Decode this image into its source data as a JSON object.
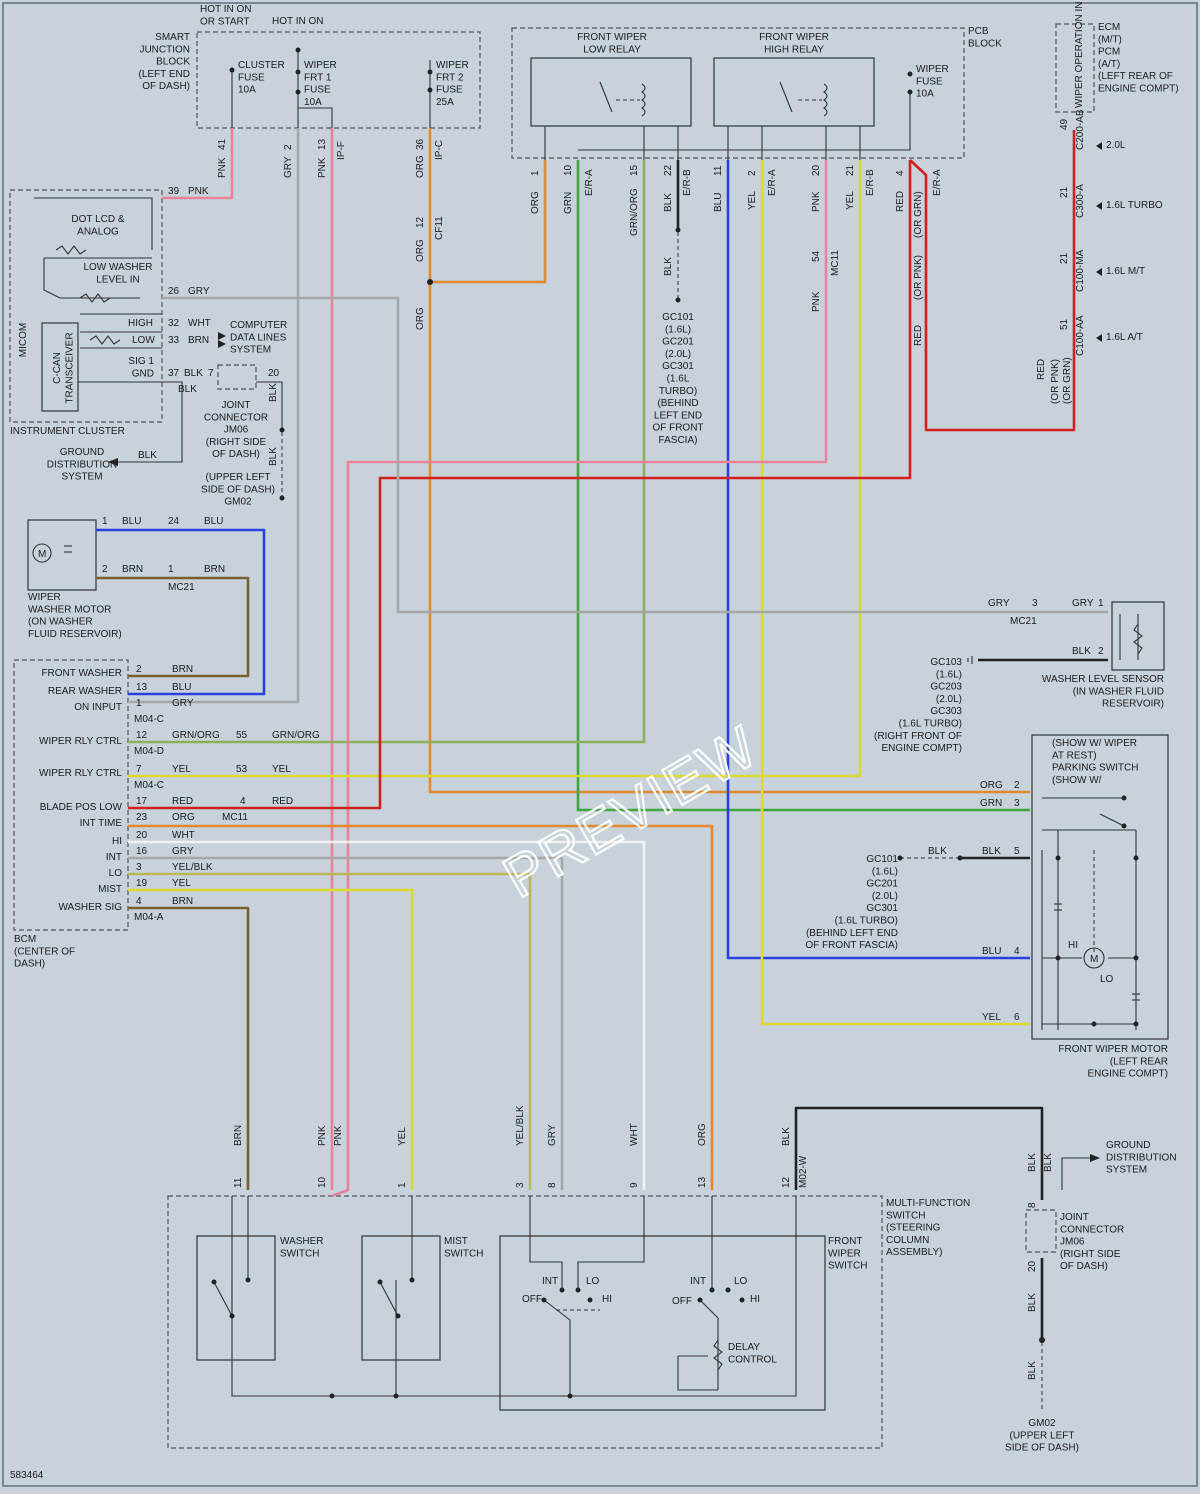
{
  "colors": {
    "background": "#c8d2da",
    "PNK": "#e8829a",
    "GRY": "#a7a7a7",
    "ORG": "#e0892f",
    "GRN": "#3ea83e",
    "GRNORG": "#8fb05a",
    "BLK": "#222222",
    "BLU": "#2840e0",
    "YEL": "#dada30",
    "RED": "#d02020",
    "BRN": "#7a6030",
    "WHT": "#f2f2f2",
    "YELBLK": "#b8b858"
  },
  "watermark": "PREVIEW",
  "footer_id": "583464",
  "components": {
    "smart_junction_block": [
      "SMART",
      "JUNCTION",
      "BLOCK",
      "(LEFT END",
      "OF DASH)"
    ],
    "hot_in_on_or_start": [
      "HOT IN ON",
      "OR START"
    ],
    "hot_in_on": "HOT IN ON",
    "cluster_fuse": [
      "CLUSTER",
      "FUSE",
      "10A"
    ],
    "wiper_frt1_fuse": [
      "WIPER",
      "FRT 1",
      "FUSE",
      "10A"
    ],
    "wiper_frt2_fuse": [
      "WIPER",
      "FRT 2",
      "FUSE",
      "25A"
    ],
    "pcb_block": [
      "PCB",
      "BLOCK"
    ],
    "front_wiper_low_relay": [
      "FRONT WIPER",
      "LOW RELAY"
    ],
    "front_wiper_high_relay": [
      "FRONT WIPER",
      "HIGH RELAY"
    ],
    "wiper_fuse": [
      "WIPER",
      "FUSE",
      "10A"
    ],
    "ecm": [
      "ECM",
      "(M/T)",
      "PCM",
      "(A/T)",
      "(LEFT REAR OF",
      "ENGINE COMPT)"
    ],
    "wiper_operation_in": "WIPER OPERATION IN",
    "instrument_cluster": "INSTRUMENT CLUSTER",
    "dot_lcd": [
      "DOT LCD &",
      "ANALOG"
    ],
    "low_washer_level": [
      "LOW WASHER",
      "LEVEL IN"
    ],
    "micom": "MICOM",
    "c_can": [
      "C-CAN",
      "TRANSCEIVER"
    ],
    "computer_data_lines": [
      "COMPUTER",
      "DATA LINES",
      "SYSTEM"
    ],
    "sig_gnd": [
      "SIG 1",
      "GND"
    ],
    "joint_connector_jm06_top": [
      "JOINT",
      "CONNECTOR",
      "JM06",
      "(RIGHT SIDE",
      "OF DASH)"
    ],
    "ground_distribution_left": [
      "GROUND",
      "DISTRIBUTION",
      "SYSTEM"
    ],
    "gm02_top": [
      "(UPPER LEFT",
      "SIDE OF DASH)",
      "GM02"
    ],
    "gc101_top": [
      "GC101",
      "(1.6L)",
      "GC201",
      "(2.0L)",
      "GC301",
      "(1.6L",
      "TURBO)",
      "(BEHIND",
      "LEFT END",
      "OF FRONT",
      "FASCIA)"
    ],
    "wiper_washer_motor": [
      "WIPER",
      "WASHER MOTOR",
      "(ON WASHER",
      "FLUID RESERVOIR)"
    ],
    "washer_level_sensor": [
      "WASHER LEVEL SENSOR",
      "(IN WASHER FLUID",
      "RESERVOIR)"
    ],
    "gc103": [
      "GC103",
      "(1.6L)",
      "GC203",
      "(2.0L)",
      "GC303",
      "(1.6L TURBO)",
      "(RIGHT FRONT OF",
      "ENGINE COMPT)"
    ],
    "bcm": [
      "BCM",
      "(CENTER OF",
      "DASH)"
    ],
    "bcm_pins": [
      "FRONT WASHER",
      "REAR WASHER",
      "ON INPUT",
      "WIPER RLY CTRL",
      "WIPER RLY CTRL",
      "BLADE POS LOW",
      "INT TIME",
      "HI",
      "INT",
      "LO",
      "MIST",
      "WASHER SIG"
    ],
    "parking_switch": [
      "(SHOW W/ WIPER",
      "AT REST)",
      "PARKING SWITCH",
      "(SHOW W/"
    ],
    "gc101_mid": [
      "GC101",
      "(1.6L)",
      "GC201",
      "(2.0L)",
      "GC301",
      "(1.6L TURBO)",
      "(BEHIND LEFT END",
      "OF FRONT FASCIA)"
    ],
    "front_wiper_motor": [
      "FRONT WIPER MOTOR",
      "(LEFT REAR",
      "ENGINE COMPT)"
    ],
    "motor_hi": "HI",
    "motor_lo": "LO",
    "multi_function_switch": [
      "MULTI-FUNCTION",
      "SWITCH",
      "(STEERING",
      "COLUMN",
      "ASSEMBLY)"
    ],
    "washer_switch": [
      "WASHER",
      "SWITCH"
    ],
    "mist_switch": [
      "MIST",
      "SWITCH"
    ],
    "front_wiper_switch": [
      "FRONT",
      "WIPER",
      "SWITCH"
    ],
    "sw_int": "INT",
    "sw_lo": "LO",
    "sw_off": "OFF",
    "sw_hi": "HI",
    "delay_control": [
      "DELAY",
      "CONTROL"
    ],
    "ground_distribution_right": [
      "GROUND",
      "DISTRIBUTION",
      "SYSTEM"
    ],
    "joint_connector_jm06_bot": [
      "JOINT",
      "CONNECTOR",
      "JM06",
      "(RIGHT SIDE",
      "OF DASH)"
    ],
    "gm02_bot": [
      "GM02",
      "(UPPER LEFT",
      "SIDE OF DASH)"
    ],
    "motor_symbol": "M",
    "ecm_variants": [
      "2.0L",
      "1.6L TURBO",
      "1.6L M/T",
      "1.6L A/T"
    ]
  },
  "labels": {
    "pin_41": "41",
    "pink": "PNK",
    "pin_2": "2",
    "gry": "GRY",
    "pin_13": "13",
    "ipf": "IP-F",
    "pin_36": "36",
    "org": "ORG",
    "ipc": "IP-C",
    "pin_39": "39",
    "pin_12": "12",
    "cf11": "CF11",
    "pcb_1": "1",
    "pcb_10": "10",
    "pcb_15": "15",
    "pcb_22": "22",
    "pcb_11": "11",
    "pcb_2": "2",
    "pcb_20": "20",
    "pcb_21": "21",
    "pcb_4": "4",
    "ea": "E/R-A",
    "eb": "E/R-B",
    "grn": "GRN",
    "grnorg": "GRN/ORG",
    "blk": "BLK",
    "blu": "BLU",
    "yel": "YEL",
    "red": "RED",
    "or_grn": "(OR GRN)",
    "or_pnk": "(OR PNK)",
    "pin_54": "54",
    "mc11": "MC11",
    "ecm_49": "49",
    "c200ab": "C200-AB",
    "ecm_21a": "21",
    "c300a": "C300-A",
    "ecm_21b": "21",
    "c100ma": "C100-MA",
    "ecm_51": "51",
    "c100aa": "C100-AA",
    "cl_26": "26",
    "cl_32": "32",
    "cl_33": "33",
    "cl_37": "37",
    "cl_7": "7",
    "cl_20": "20",
    "high": "HIGH",
    "low": "LOW",
    "wht": "WHT",
    "brn": "BRN",
    "wm_1": "1",
    "wm_2": "2",
    "wm_24": "24",
    "wm_1b": "1",
    "mc21": "MC21",
    "ls_3": "3",
    "ls_1": "1",
    "ls_2": "2",
    "mc21b": "MC21",
    "bcm_2": "2",
    "bcm_13": "13",
    "bcm_1": "1",
    "m04c": "M04-C",
    "bcm_12": "12",
    "bcm_55": "55",
    "m04d": "M04-D",
    "bcm_7": "7",
    "bcm_53": "53",
    "m04c2": "M04-C",
    "bcm_17": "17",
    "bcm_4": "4",
    "mc11b": "MC11",
    "bcm_23": "23",
    "bcm_20": "20",
    "bcm_16": "16",
    "bcm_3": "3",
    "bcm_19": "19",
    "bcm_4b": "4",
    "m04a": "M04-A",
    "yelblk": "YEL/BLK",
    "mot_2": "2",
    "mot_3": "3",
    "mot_5": "5",
    "mot_4": "4",
    "mot_6": "6",
    "mf_11": "11",
    "mf_10": "10",
    "mf_1": "1",
    "mf_3": "3",
    "mf_8": "8",
    "mf_9": "9",
    "mf_13": "13",
    "mf_12": "12",
    "m02w": "M02-W",
    "j_8": "8",
    "j_20": "20"
  }
}
